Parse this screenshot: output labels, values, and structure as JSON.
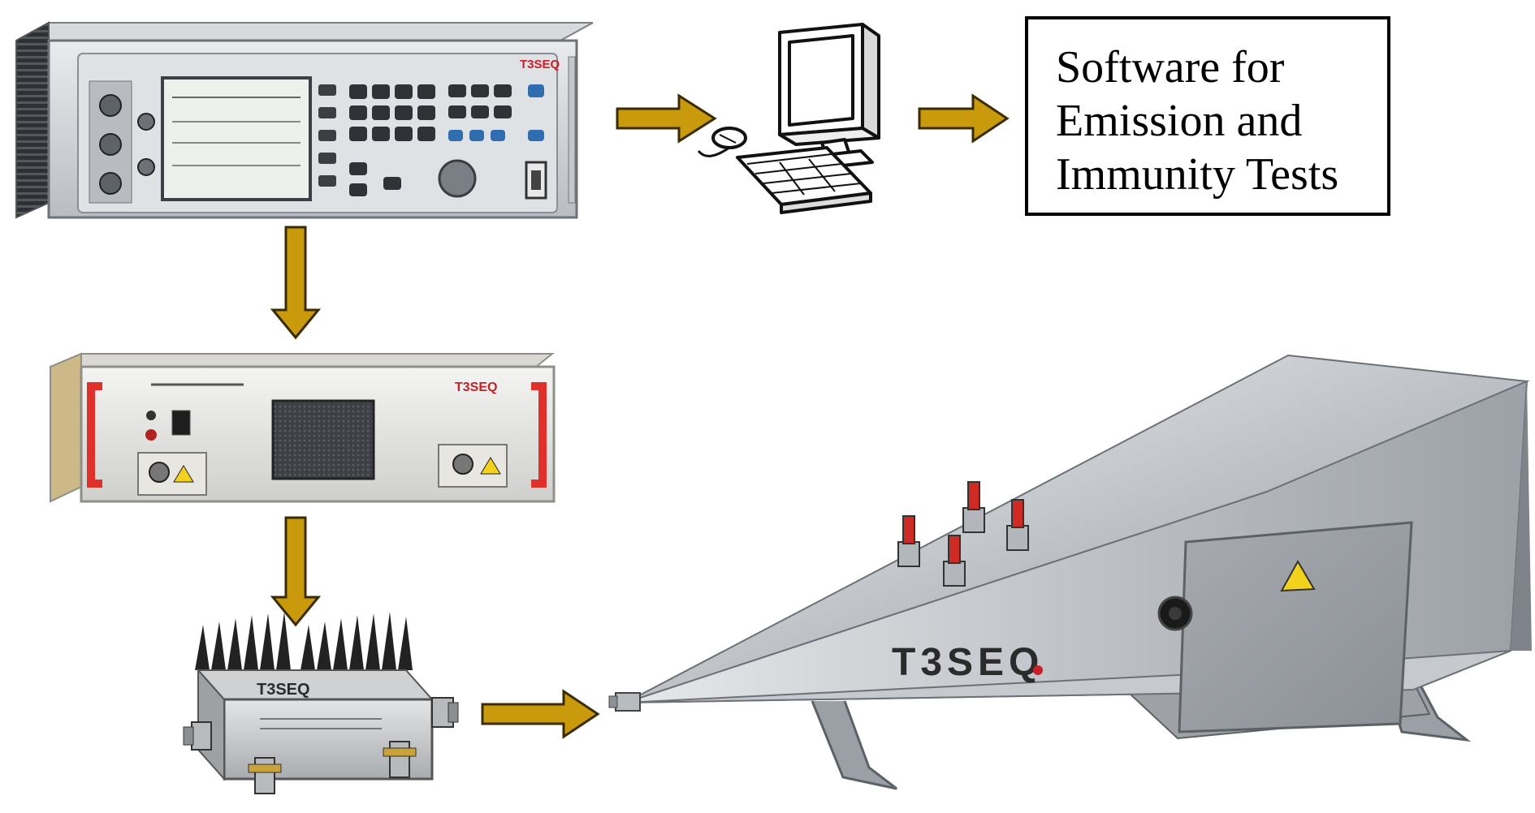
{
  "software_box": {
    "lines": [
      "Software for",
      "Emission and",
      "Immunity Tests"
    ]
  },
  "brand": {
    "name": "T3SEQ",
    "text_color": "#2b2b2b",
    "logo_accent": "#c8202a"
  },
  "colors": {
    "arrow_fill": "#c99a0c",
    "arrow_stroke": "#3a2c00",
    "handle_red": "#e0302a",
    "horn_metal": "#c9ccd0"
  },
  "icons": {
    "computer": "computer-monitor-keyboard-icon",
    "arrow": "arrow-icon"
  }
}
